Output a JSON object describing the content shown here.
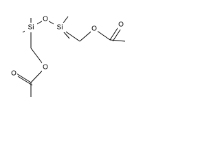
{
  "molecule": {
    "atoms": {
      "si_left": "Si",
      "si_right": "Si",
      "o_bridge": "O",
      "o_right_ester": "O",
      "o_right_carbonyl": "O",
      "o_bottom_ester": "O",
      "o_bottom_carbonyl": "O"
    }
  },
  "colors": {
    "bond": "#000000",
    "background": "#ffffff"
  }
}
